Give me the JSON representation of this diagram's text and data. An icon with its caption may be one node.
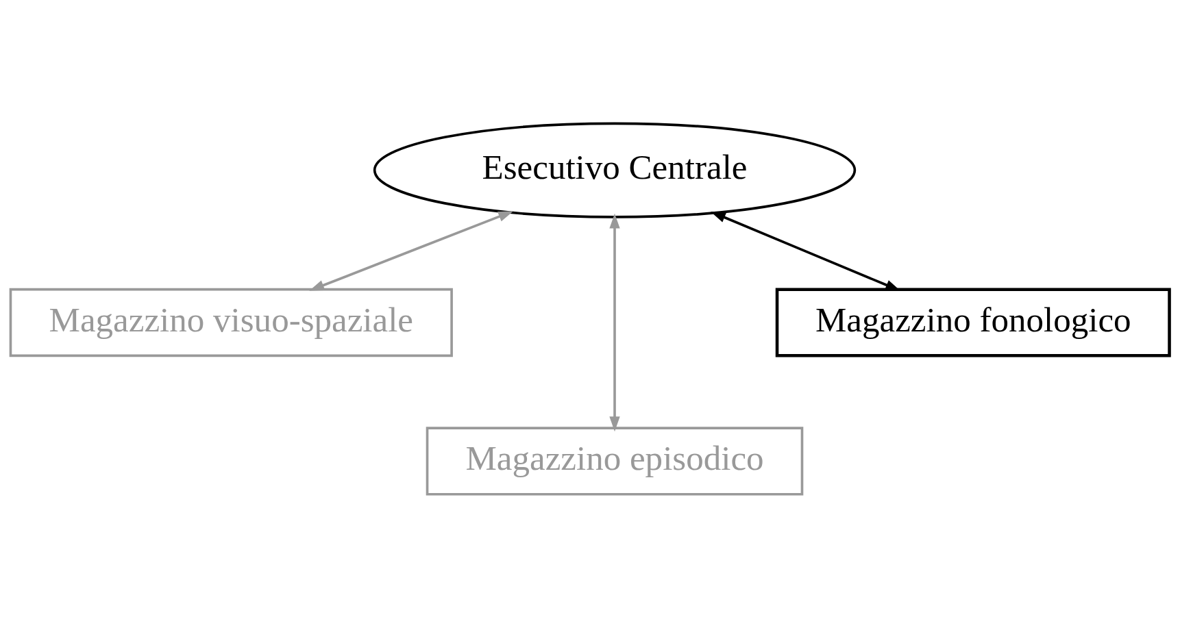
{
  "diagram": {
    "nodes": [
      {
        "text": [
          "Esecutivo Centrale"
        ]
      },
      {
        "text": [
          "Magazzino visuo-spaziale"
        ]
      },
      {
        "text": [
          "Magazzino episodico"
        ]
      },
      {
        "text": [
          "Magazzino fonologico"
        ]
      }
    ],
    "edges": [
      {
        "from": 0,
        "to": 1,
        "arrow": "both"
      },
      {
        "from": 0,
        "to": 2,
        "arrow": "both"
      },
      {
        "from": 0,
        "to": 3,
        "arrow": "both",
        "color": "#000000"
      }
    ]
  }
}
